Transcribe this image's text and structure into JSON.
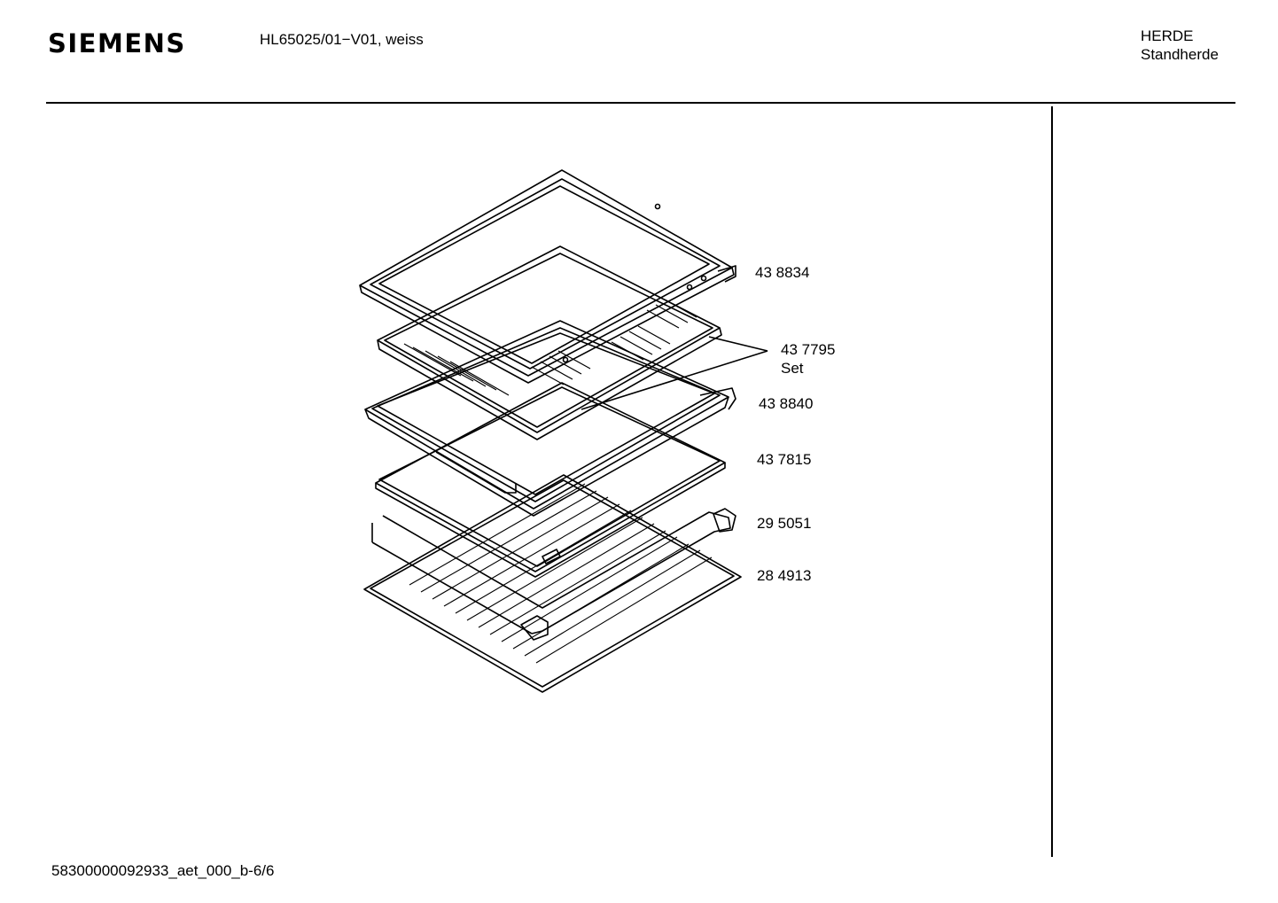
{
  "header": {
    "brand": "SIEMENS",
    "model": "HL65025/01−V01, weiss",
    "category_line1": "HERDE",
    "category_line2": "Standherde"
  },
  "footer": {
    "document_id": "58300000092933_aet_000_b-6/6"
  },
  "parts": [
    {
      "part_number": "43 8834",
      "note": ""
    },
    {
      "part_number": "43 7795",
      "note": "Set"
    },
    {
      "part_number": "43 8840",
      "note": ""
    },
    {
      "part_number": "43 7815",
      "note": ""
    },
    {
      "part_number": "29 5051",
      "note": ""
    },
    {
      "part_number": "28 4913",
      "note": ""
    }
  ]
}
